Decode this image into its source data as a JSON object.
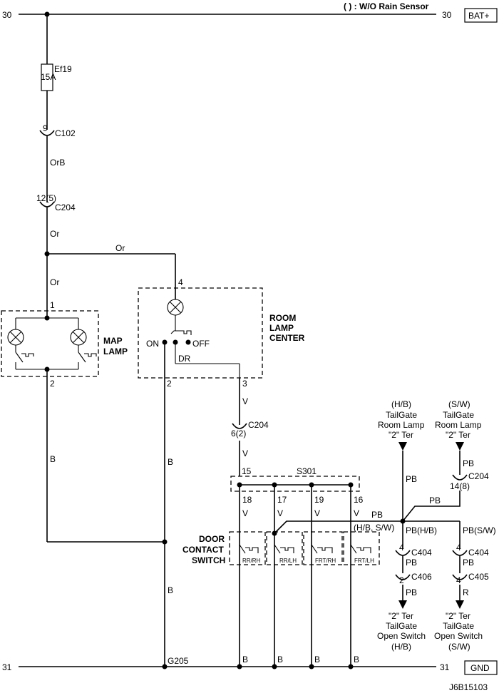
{
  "header": {
    "note": "( ) : W/O Rain Sensor",
    "left_ref": "30",
    "right_ref": "30",
    "bat_label": "BAT+"
  },
  "footer": {
    "left_ref": "31",
    "right_ref": "31",
    "gnd_label": "GND",
    "diagram_id": "J6B15103"
  },
  "fuse": {
    "name": "Ef19",
    "rating": "15A"
  },
  "connectors": {
    "c102": {
      "pin": "9",
      "name": "C102"
    },
    "c204_top": {
      "pin": "12(5)",
      "name": "C204"
    },
    "c204_mid": {
      "pin": "6(2)",
      "name": "C204"
    },
    "c204_right": {
      "pin": "14(8)",
      "name": "C204"
    },
    "c404_left": {
      "pin": "4",
      "name": "C404"
    },
    "c404_right": {
      "pin": "4",
      "name": "C404"
    },
    "c406": {
      "pin": "2",
      "name": "C406"
    },
    "c405": {
      "pin": "4",
      "name": "C405"
    }
  },
  "wires": {
    "orb": "OrB",
    "or1": "Or",
    "or2": "Or",
    "or3": "Or",
    "dr": "DR",
    "v1": "V",
    "v2": "V",
    "b_left": "B",
    "b_mid": "B",
    "b_low": "B",
    "v18": "V",
    "v17": "V",
    "v19": "V",
    "v16": "V",
    "b1": "B",
    "b2": "B",
    "b3": "B",
    "b4": "B",
    "pb_top1": "PB",
    "pb_top2": "PB",
    "pb_branch": "PB",
    "pb_bus": "PB",
    "pb_bus_note": "(H/B, S/W)",
    "pb_hb": "PB(H/B)",
    "pb_sw": "PB(S/W)",
    "pb_l1": "PB",
    "pb_l2": "PB",
    "pb_r1": "PB",
    "r_r2": "R"
  },
  "map_lamp": {
    "label_line1": "MAP",
    "label_line2": "LAMP",
    "pin_top": "1",
    "pin_bottom": "2"
  },
  "room_lamp": {
    "label_line1": "ROOM",
    "label_line2": "LAMP",
    "label_line3": "CENTER",
    "pin_top": "4",
    "pin_left": "2",
    "pin_right": "3",
    "on": "ON",
    "off": "OFF"
  },
  "splice": {
    "name": "S301",
    "pin_in": "15",
    "pins": [
      "18",
      "17",
      "19",
      "16"
    ]
  },
  "door_switch": {
    "label_line1": "DOOR",
    "label_line2": "CONTACT",
    "label_line3": "SWITCH",
    "positions": [
      "RR/RH",
      "RR/LH",
      "FRT/RH",
      "FRT/LH"
    ]
  },
  "ground": {
    "name": "G205"
  },
  "tailgate": {
    "hb_line1": "(H/B)",
    "hb_line2": "TailGate",
    "hb_line3": "Room Lamp",
    "hb_line4": "\"2\" Ter",
    "sw_line1": "(S/W)",
    "sw_line2": "TailGate",
    "sw_line3": "Room Lamp",
    "sw_line4": "\"2\" Ter",
    "hb_out_line1": "\"2\" Ter",
    "hb_out_line2": "TailGate",
    "hb_out_line3": "Open Switch",
    "hb_out_line4": "(H/B)",
    "sw_out_line1": "\"2\" Ter",
    "sw_out_line2": "TailGate",
    "sw_out_line3": "Open Switch",
    "sw_out_line4": "(S/W)"
  }
}
